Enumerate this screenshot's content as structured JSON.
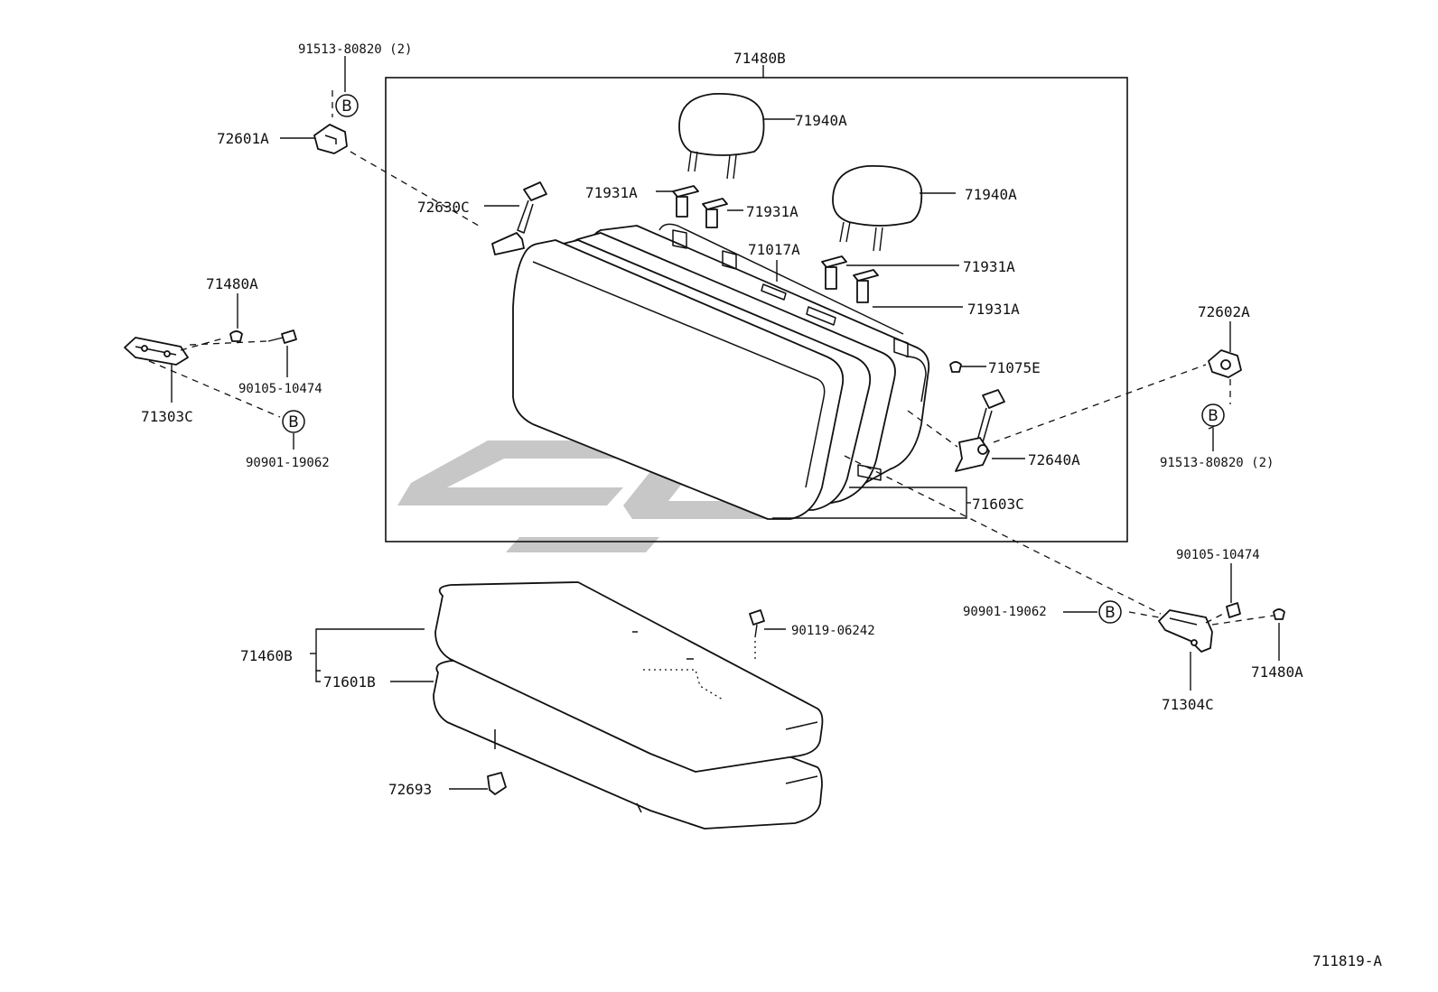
{
  "diagram": {
    "labels": {
      "frame_assy": "71480B",
      "headrest_top": "71940A",
      "headrest_right": "71940A",
      "guide_1": "71931A",
      "guide_2": "71931A",
      "guide_3": "71931A",
      "guide_4": "71931A",
      "seatback_frame": "71017A",
      "clip": "71075E",
      "lock_left": "72630C",
      "lock_right": "72640A",
      "back_cover": "71603C",
      "striker_left": "72601A",
      "striker_right": "72602A",
      "screw_top_left": "91513-80820 (2)",
      "screw_right": "91513-80820 (2)",
      "bushing_left": "71480A",
      "bushing_right": "71480A",
      "bolt_left": "90105-10474",
      "bolt_right": "90105-10474",
      "hinge_left": "71303C",
      "hinge_right": "71304C",
      "bolt_b_left": "90901-19062",
      "bolt_b_right": "90901-19062",
      "cushion_assy": "71460B",
      "cushion_cover": "71601B",
      "cushion_bolt": "90119-06242",
      "hook": "72693",
      "ref_marker": "B",
      "illustration_number": "711819-A"
    }
  }
}
